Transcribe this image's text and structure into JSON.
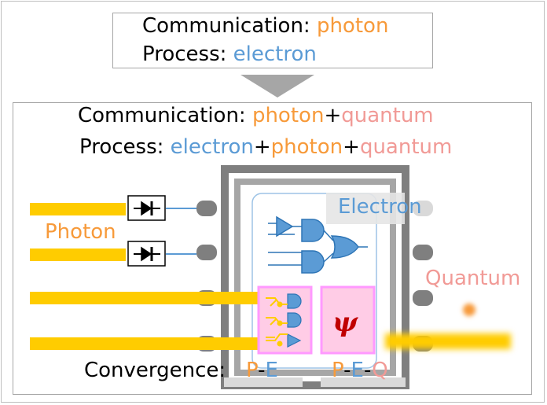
{
  "top_box": {
    "line1": {
      "label": "Communication:",
      "value": "photon"
    },
    "line2": {
      "label": "Process:",
      "value": "electron"
    }
  },
  "main_box": {
    "line1": {
      "label": "Communication:",
      "a": "photon",
      "plus": "+",
      "b": "quantum"
    },
    "line2": {
      "label": "Process:",
      "a": "electron",
      "plus1": "+",
      "b": "photon",
      "plus2": "+",
      "c": "quantum"
    }
  },
  "chip": {
    "electron_label": "Electron",
    "quantum_label": "Quantum",
    "photon_label": "Photon",
    "psi_symbol": "ψ"
  },
  "convergence": {
    "label": "Convergence:",
    "pe": {
      "p": "P",
      "dash": "-",
      "e": "E"
    },
    "peq": {
      "p": "P",
      "dash1": "-",
      "e": "E",
      "dash2": "-",
      "q": "Q"
    }
  },
  "colors": {
    "photon": "#f79a3a",
    "electron": "#5b9bd5",
    "quantum": "#f19a96",
    "waveguide": "#ffcc00",
    "package": "#7f7f7f",
    "accent_box": "#ff99ff"
  }
}
